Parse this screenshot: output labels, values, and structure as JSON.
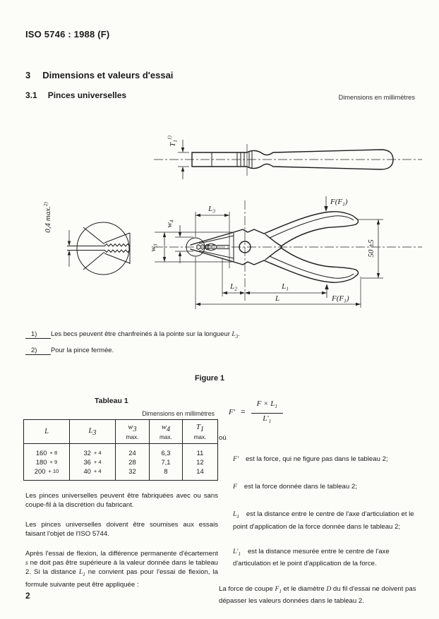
{
  "header": {
    "doc_ref": "ISO 5746 : 1988 (F)",
    "section_num": "3",
    "section_title": "Dimensions et valeurs d'essai",
    "subsection_num": "3.1",
    "subsection_title": "Pinces universelles",
    "units_note": "Dimensions en millimètres"
  },
  "figure": {
    "caption": "Figure 1",
    "labels": {
      "t1": {
        "base": "T",
        "sub": "1",
        "sup": "1)"
      },
      "gap": {
        "text": "0,4 max.",
        "sup": "2)"
      },
      "l3": {
        "base": "L",
        "sub": "3"
      },
      "w4": {
        "base": "w",
        "sub": "4"
      },
      "w3": {
        "base": "w",
        "sub": "3"
      },
      "l2": {
        "base": "L",
        "sub": "2"
      },
      "l1": {
        "base": "L",
        "sub": "1"
      },
      "l": {
        "base": "L"
      },
      "f": {
        "p1": "F(F",
        "sub": "1",
        "p2": ")"
      },
      "spread": {
        "text": "50 ±5"
      }
    }
  },
  "footnotes": {
    "fn1": {
      "num": "1)",
      "t1": "Les becs peuvent être chanfreinés à la pointe sur la longueur ",
      "v": "L",
      "vsub": "3",
      "t2": "."
    },
    "fn2": {
      "num": "2)",
      "text": "Pour la pince fermée."
    }
  },
  "table": {
    "title": "Tableau 1",
    "units_note": "Dimensions en millimètres",
    "headers": [
      {
        "base": "L"
      },
      {
        "base": "L",
        "sub": "3"
      },
      {
        "base": "w",
        "sub": "3",
        "note": "max."
      },
      {
        "base": "w",
        "sub": "4",
        "note": "max."
      },
      {
        "base": "T",
        "sub": "1",
        "note": "max."
      }
    ],
    "rows": [
      [
        "160",
        "+ 8",
        "32",
        "+ 4",
        "24",
        "6,3",
        "11"
      ],
      [
        "180",
        "+ 9",
        "36",
        "+ 4",
        "28",
        "7,1",
        "12"
      ],
      [
        "200",
        "+ 10",
        "40",
        "+ 4",
        "32",
        "8",
        "14"
      ]
    ]
  },
  "left_col": {
    "p1": "Les pinces universelles peuvent être fabriquées avec ou sans coupe-fil à la discrétion du fabricant.",
    "p2": "Les pinces universelles doivent être soumises aux essais faisant l'objet de l'ISO 5744.",
    "p3": {
      "t1": "Après l'essai de flexion, la différence permanente d'écartement ",
      "v1": "s",
      "t2": " ne doit pas être supérieure à la valeur donnée dans le tableau 2. Si la distance ",
      "v2": "L",
      "v2sub": "1",
      "t3": " ne convient pas pour l'essai de flexion, la formule suivante peut être appliquée :"
    }
  },
  "right_col": {
    "formula": {
      "lhs": "F′",
      "eq": "=",
      "num_main": "F × L",
      "num_sub": "1",
      "den_main": "L′",
      "den_sub": "1"
    },
    "where_label": "où",
    "defs": [
      {
        "sym": "F′",
        "text": "est la force, qui ne figure pas dans le tableau 2;"
      },
      {
        "sym": "F",
        "text": "est la force donnée dans le tableau 2;"
      },
      {
        "sym": "L",
        "sym_sub": "1",
        "text": "est la distance entre le centre de l'axe d'articulation et le point d'application de la force donnée dans le tableau 2;"
      },
      {
        "sym": "L′",
        "sym_sub": "1",
        "text": "est la distance mesurée entre le centre de l'axe d'articulation et le point d'application de la force."
      }
    ],
    "closing": {
      "t1": "La force de coupe ",
      "v1": "F",
      "v1sub": "1",
      "t2": " et le diamètre ",
      "v2": "D",
      "t3": " du fil d'essai ne doivent pas dépasser les valeurs données dans le tableau 2."
    }
  },
  "page_number": "2"
}
